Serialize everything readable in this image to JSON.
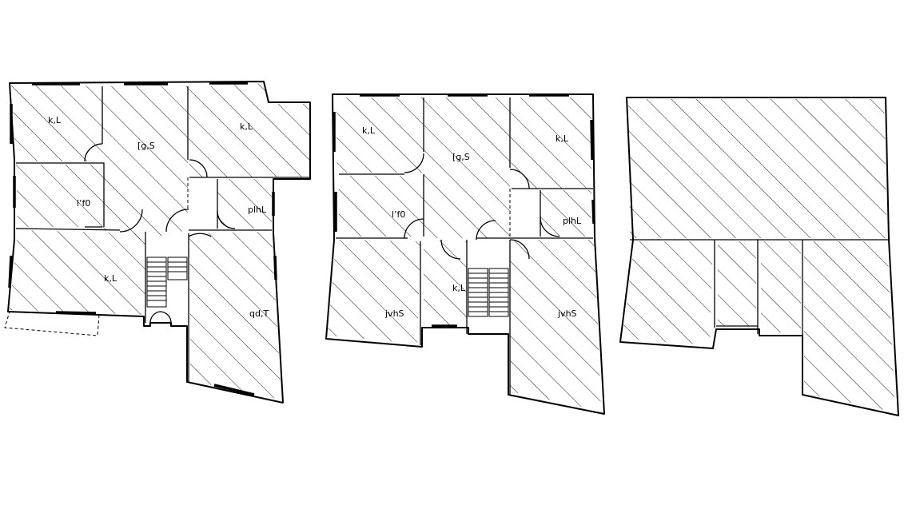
{
  "plans": [
    {
      "id": "plan-1",
      "rooms": [
        {
          "key": "bedroom-1",
          "label": "k,L"
        },
        {
          "key": "living",
          "label": "[g,S"
        },
        {
          "key": "bedroom-2",
          "label": "k,L"
        },
        {
          "key": "kitchen",
          "label": "l’f0"
        },
        {
          "key": "bath",
          "label": "plhL"
        },
        {
          "key": "bedroom-3",
          "label": "k,L"
        },
        {
          "key": "shop",
          "label": "qd,T"
        }
      ]
    },
    {
      "id": "plan-2",
      "rooms": [
        {
          "key": "bedroom-1",
          "label": "k,L"
        },
        {
          "key": "living",
          "label": "[g,S"
        },
        {
          "key": "bedroom-2",
          "label": "k,L"
        },
        {
          "key": "kitchen",
          "label": "l’f0"
        },
        {
          "key": "bath",
          "label": "plhL"
        },
        {
          "key": "hall-left",
          "label": "jvhS"
        },
        {
          "key": "stair-room",
          "label": "k,L"
        },
        {
          "key": "hall-right",
          "label": "jvhS"
        }
      ]
    },
    {
      "id": "plan-3",
      "rooms": []
    }
  ]
}
